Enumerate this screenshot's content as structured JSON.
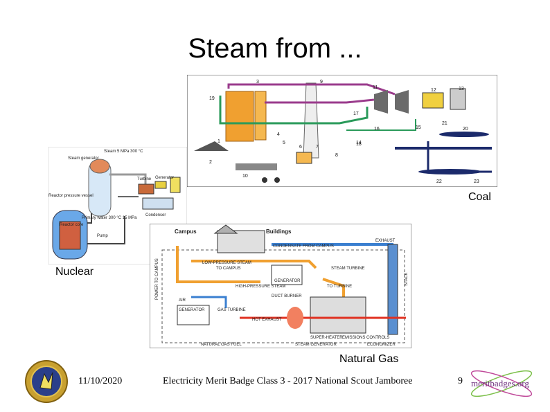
{
  "slide": {
    "title": "Steam from ...",
    "labels": {
      "coal": "Coal",
      "nuclear": "Nuclear",
      "natural_gas": "Natural Gas"
    }
  },
  "nuclear_diagram": {
    "texts": [
      "Steam 5 MPa 300 °C",
      "Steam generator",
      "Turbine",
      "Generator",
      "Reactor pressure vessel",
      "Reactor core",
      "Primary water 300 °C 15 MPa",
      "Pump",
      "Condenser"
    ]
  },
  "coal_diagram": {
    "numbers": [
      "1",
      "2",
      "3",
      "4",
      "5",
      "6",
      "7",
      "8",
      "9",
      "10",
      "11",
      "12",
      "13",
      "14",
      "15",
      "16",
      "17",
      "18",
      "19",
      "20",
      "21",
      "22",
      "23"
    ]
  },
  "gas_diagram": {
    "campus": "Campus",
    "buildings": "Buildings",
    "condensate": "CONDENSATE FROM CAMPUS",
    "exhaust_top": "EXHAUST",
    "low_pressure": "LOW-PRESSURE STEAM",
    "to_campus": "TO CAMPUS",
    "steam_turbine": "STEAM TURBINE",
    "generator": "GENERATOR",
    "high_pressure": "HIGH-PRESSURE STEAM",
    "to_turbine": "TO TURBINE",
    "duct_burner": "DUCT BURNER",
    "air": "AIR",
    "generator2": "GENERATOR",
    "gas_turbine": "GAS TURBINE",
    "hot_exhaust": "HOT EXHAUST",
    "superheater": "SUPER-HEATER",
    "emissions": "EMISSIONS CONTROLS",
    "economizer": "ECONOMIZER",
    "fuel": "NATURAL GAS FUEL",
    "steam_gen": "STEAM GENERATOR",
    "power": "POWER TO CAMPUS",
    "stack": "STACK"
  },
  "footer": {
    "date": "11/10/2020",
    "caption": "Electricity Merit Badge Class 3 - 2017 National Scout Jamboree",
    "page": "9",
    "site": "meritbadges.org"
  },
  "colors": {
    "orange": "#f0a030",
    "purple": "#9a3b8c",
    "green": "#2a9a5a",
    "navy": "#1b2a6b",
    "blue": "#3a7fd0",
    "red": "#e03020"
  }
}
